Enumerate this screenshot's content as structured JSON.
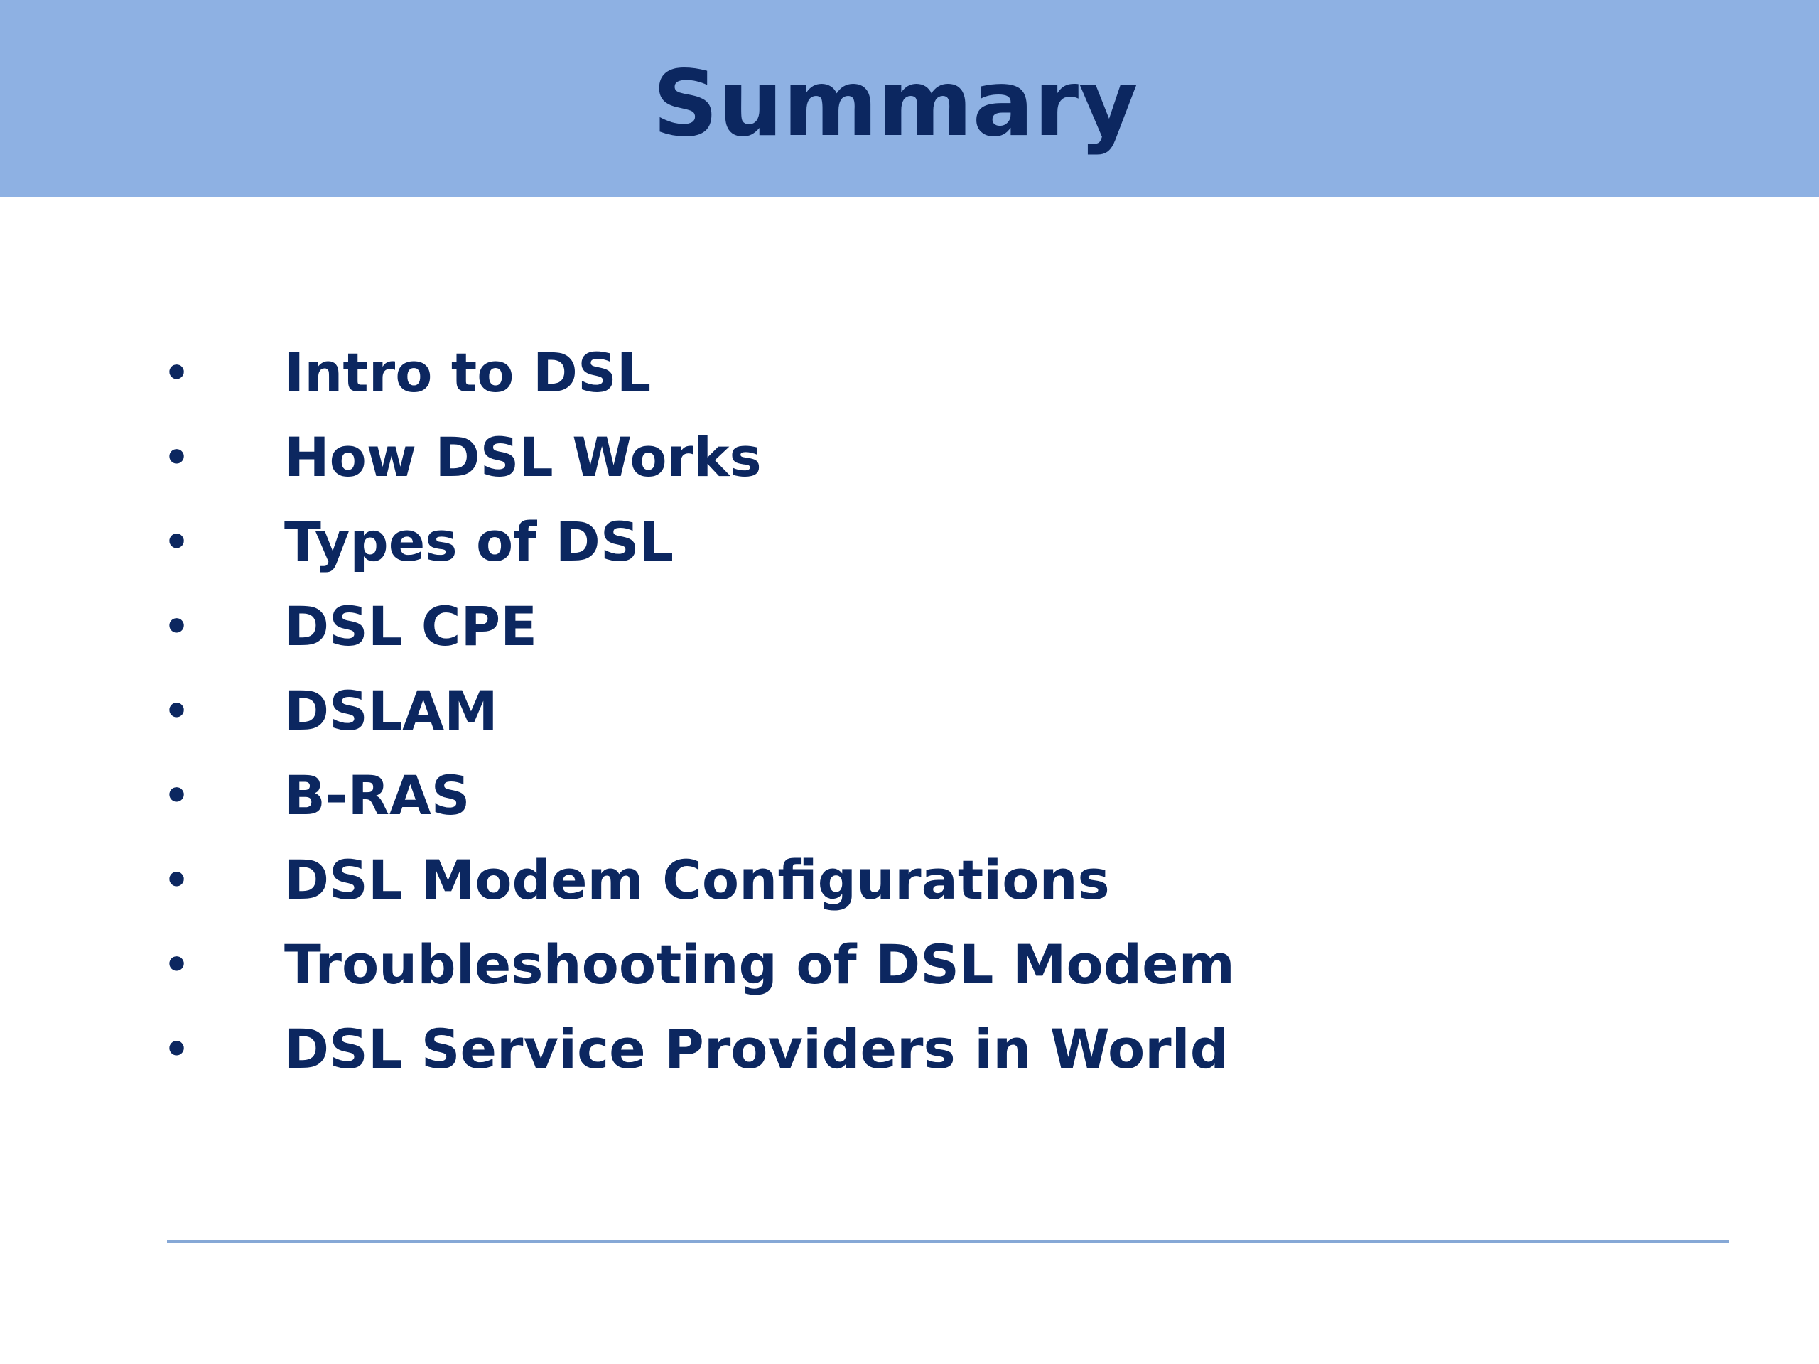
{
  "slide": {
    "title": "Summary",
    "bullet_symbol": "•",
    "items": [
      "Intro to DSL",
      "How DSL Works",
      "Types of DSL",
      "DSL CPE",
      "DSLAM",
      "B-RAS",
      "DSL Modem Configurations",
      "Troubleshooting of DSL Modem",
      "DSL Service Providers in World"
    ]
  },
  "colors": {
    "title_bar": "#8eb1e3",
    "text": "#0c2760",
    "rule": "#86a8d6",
    "background": "#ffffff"
  }
}
